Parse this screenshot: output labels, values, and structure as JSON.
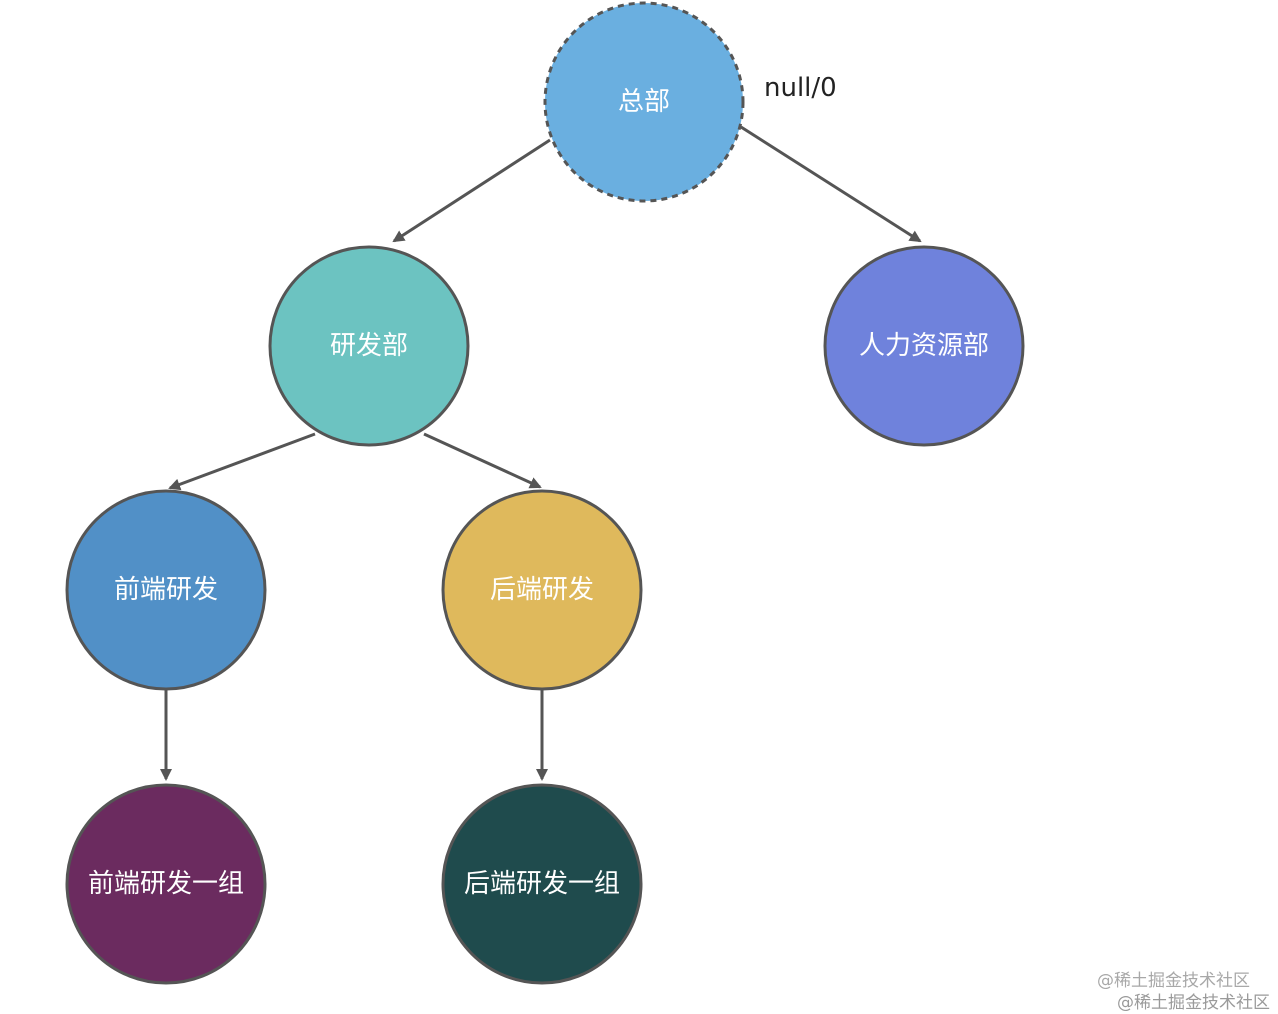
{
  "nodes": {
    "root": {
      "label": "总部",
      "color": "#6aafe0",
      "note": "null/0"
    },
    "rnd": {
      "label": "研发部",
      "color": "#6cc3c1"
    },
    "hr": {
      "label": "人力资源部",
      "color": "#6f82dc"
    },
    "frontend": {
      "label": "前端研发",
      "color": "#5190c7"
    },
    "backend": {
      "label": "后端研发",
      "color": "#dfb95c"
    },
    "frontend_team1": {
      "label": "前端研发一组",
      "color": "#6b2b5f"
    },
    "backend_team1": {
      "label": "后端研发一组",
      "color": "#1f4b4d"
    }
  },
  "edges": [
    {
      "from": "总部",
      "to": "研发部"
    },
    {
      "from": "总部",
      "to": "人力资源部"
    },
    {
      "from": "研发部",
      "to": "前端研发"
    },
    {
      "from": "研发部",
      "to": "后端研发"
    },
    {
      "from": "前端研发",
      "to": "前端研发一组"
    },
    {
      "from": "后端研发",
      "to": "后端研发一组"
    }
  ],
  "style": {
    "stroke_color": "#555555",
    "root_border": "dashed"
  },
  "watermark": {
    "line1": "@稀土掘金技术社区",
    "line2": "@稀土掘金技术社区"
  }
}
